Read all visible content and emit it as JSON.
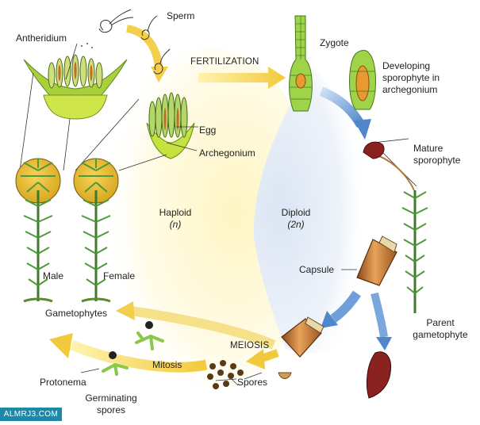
{
  "labels": {
    "sperm": "Sperm",
    "antheridium": "Antheridium",
    "fertilization": "FERTILIZATION",
    "zygote": "Zygote",
    "developing_sporophyte": [
      "Developing",
      "sporophyte in",
      "archegonium"
    ],
    "egg": "Egg",
    "archegonium": "Archegonium",
    "mature_sporophyte": [
      "Mature",
      "sporophyte"
    ],
    "haploid": "Haploid",
    "haploid_n": "(n)",
    "diploid": "Diploid",
    "diploid_n": "(2n)",
    "capsule": "Capsule",
    "male": "Male",
    "female": "Female",
    "gametophytes": "Gametophytes",
    "parent_gametophyte": [
      "Parent",
      "gametophyte"
    ],
    "meiosis": "MEIOSIS",
    "mitosis": "Mitosis",
    "protonema": "Protonema",
    "spores": "Spores",
    "germinating_spores": [
      "Germinating",
      "spores"
    ]
  },
  "watermark": "ALMRJ3.COM",
  "colors": {
    "haploid_arrow": "#f2cf4a",
    "diploid_arrow": "#6f9fd8",
    "haploid_bg": "#fff3b8",
    "diploid_bg": "#dde7f5",
    "capsule": "#c8772e",
    "plant_green": "#4c9a3a"
  }
}
